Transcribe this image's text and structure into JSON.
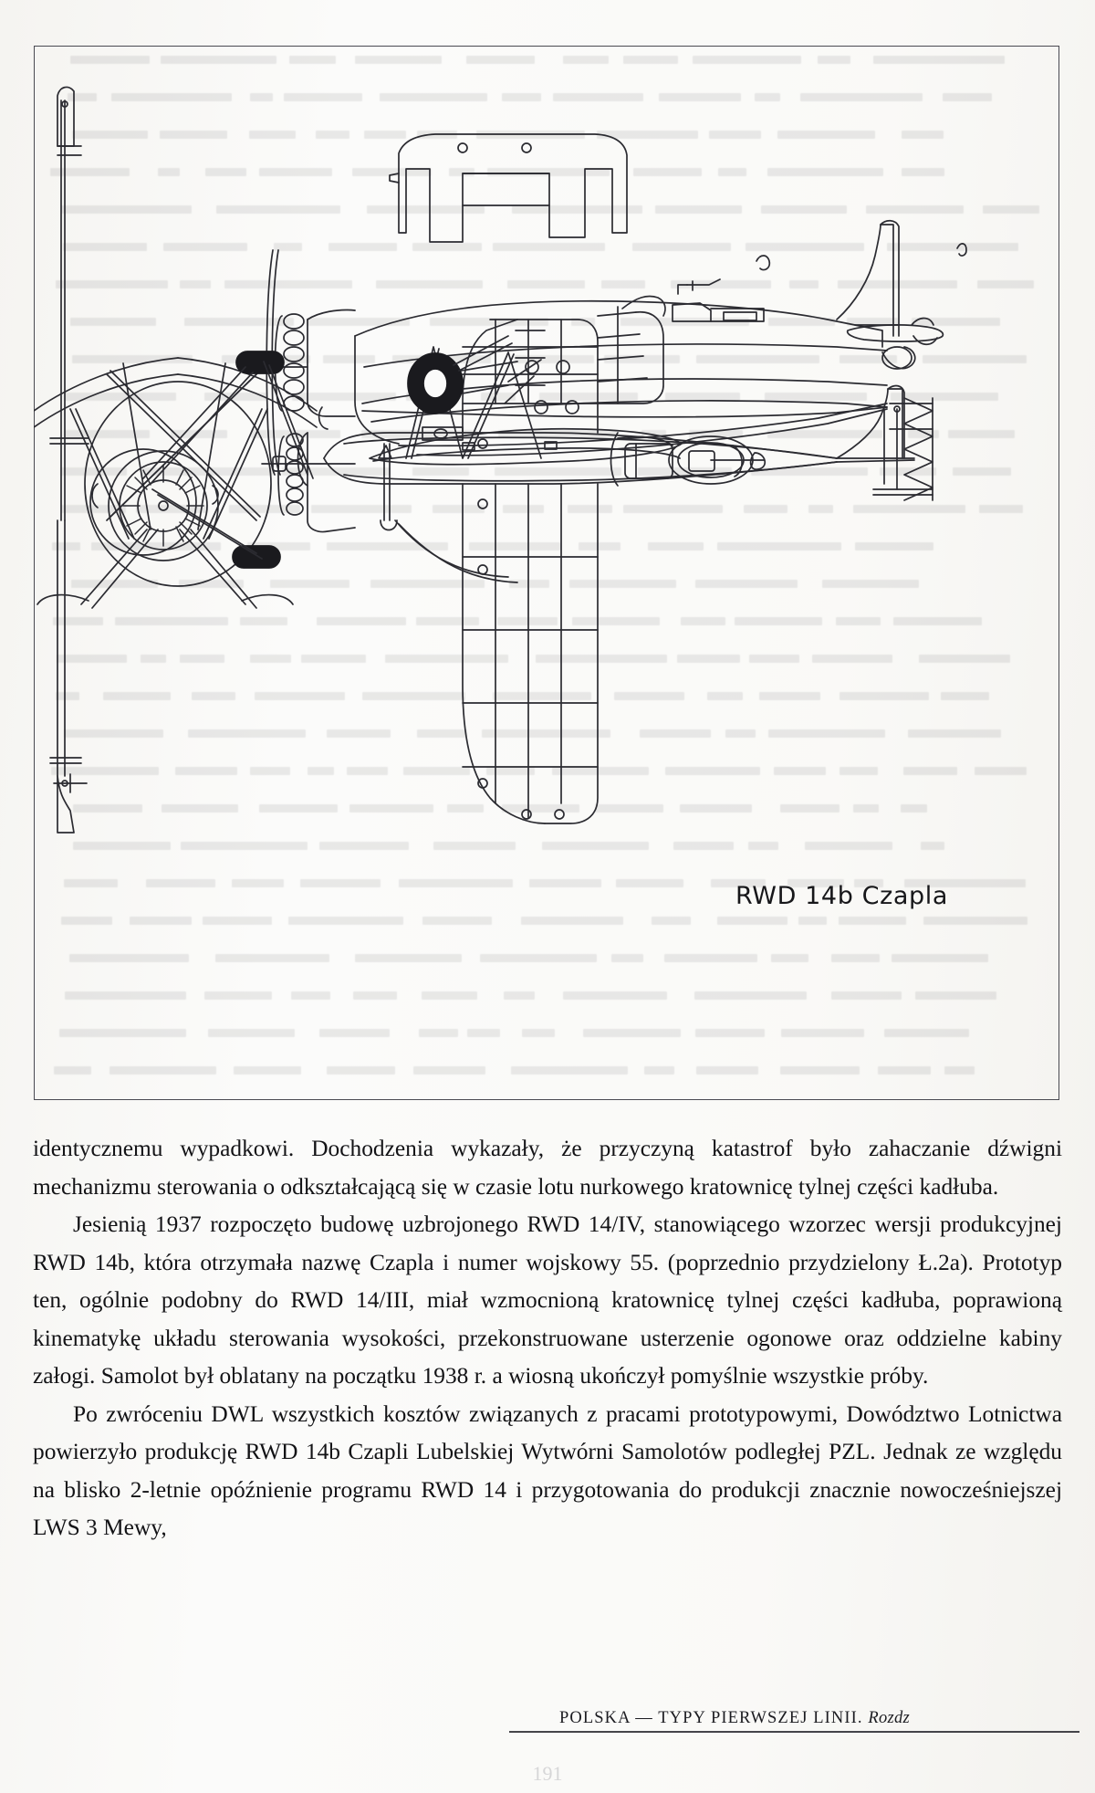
{
  "figure": {
    "caption": "RWD 14b Czapla",
    "subject": "RWD 14b Czapla three-view technical line drawing",
    "views": [
      {
        "name": "side-view",
        "label": "side elevation, parasol wing, radial engine, fixed landing gear"
      },
      {
        "name": "plan-view",
        "label": "top plan view, wing, fuselage, tailplane"
      },
      {
        "name": "front-view",
        "label": "front elevation, radial engine and wing struts"
      }
    ]
  },
  "body": {
    "paragraphs": [
      "identycznemu wypadkowi. Dochodzenia wykazały, że przyczyną katastrof było zahaczanie dźwigni mechanizmu sterowania o odkształcającą się w czasie lotu nurkowego kratownicę tylnej części kadłuba.",
      "Jesienią 1937 rozpoczęto budowę uzbrojonego RWD 14/IV, stanowiącego wzorzec wersji produkcyjnej RWD 14b, która otrzymała nazwę Czapla i numer wojskowy 55. (poprzednio przydzielony Ł.2a). Prototyp ten, ogólnie podobny do RWD 14/III, miał wzmocnioną kratownicę tylnej części kadłuba, poprawioną kinematykę układu sterowania wysokości, przekonstruowane usterzenie ogonowe oraz oddzielne kabiny załogi. Samolot był oblatany na początku 1938 r. a wiosną ukończył pomyślnie wszystkie próby.",
      "Po zwróceniu DWL wszystkich kosztów związanych z pracami prototypowymi, Dowództwo Lotnictwa powierzyło produkcję RWD 14b Czapli Lubelskiej Wytwórni Samolotów podległej PZL. Jednak ze względu na blisko 2-letnie opóźnienie programu RWD 14 i przygotowania do produkcji znacznie nowocześniejszej LWS 3 Mewy,"
    ]
  },
  "footer": {
    "running_head": "POLSKA — TYPY PIERWSZEJ LINII. ",
    "running_head_italic": "Rozdz",
    "page_number": "191"
  },
  "colors": {
    "paper": "#fbfbfa",
    "ink": "#131316",
    "line": "#2b2b31",
    "frame": "#4a4a52"
  }
}
